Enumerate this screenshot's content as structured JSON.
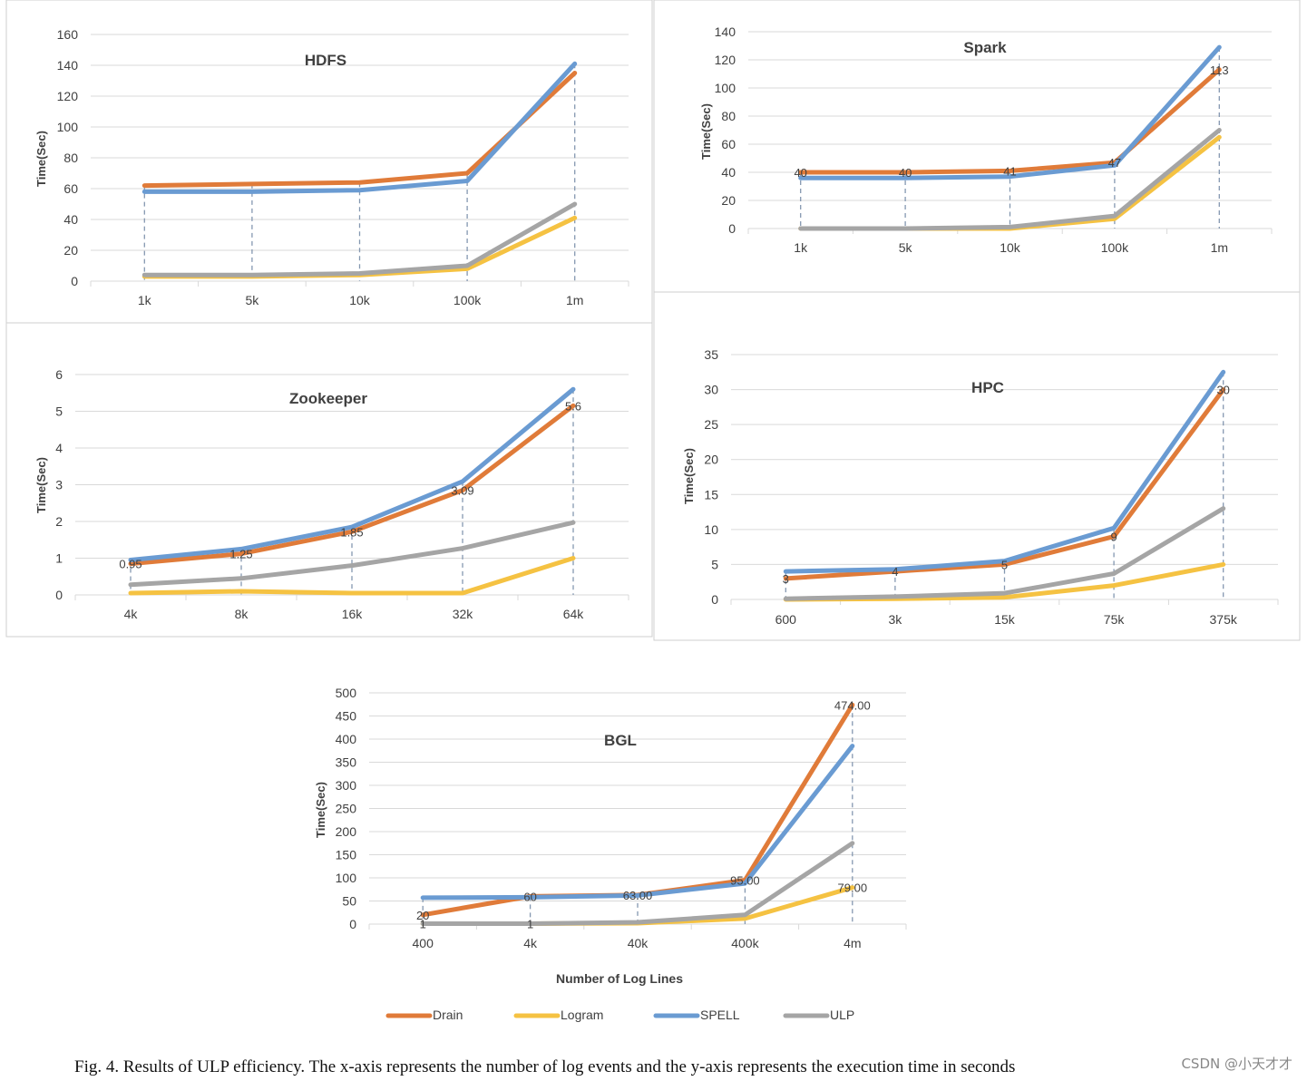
{
  "colors": {
    "Drain": "#e07b39",
    "Logram": "#f5c242",
    "SPELL": "#6a9bd2",
    "ULP": "#a5a5a5",
    "grid": "#d9d9d9",
    "drop": "#8497b0",
    "axis_text": "#404040"
  },
  "legend": [
    "Drain",
    "Logram",
    "SPELL",
    "ULP"
  ],
  "caption": "Fig. 4.  Results of ULP efficiency. The x-axis represents the number of log events and the y-axis represents the execution time in seconds",
  "watermark": "CSDN @小天才才",
  "chart_data": [
    {
      "type": "line",
      "title": "HDFS",
      "ylabel": "Time(Sec)",
      "xlabel": "",
      "categories": [
        "1k",
        "5k",
        "10k",
        "100k",
        "1m"
      ],
      "ylim": [
        0,
        160
      ],
      "yticks": [
        0,
        20,
        40,
        60,
        80,
        100,
        120,
        140,
        160
      ],
      "series": [
        {
          "name": "Drain",
          "values": [
            62,
            63,
            64,
            70,
            135
          ]
        },
        {
          "name": "Logram",
          "values": [
            3,
            3,
            4,
            8,
            41
          ]
        },
        {
          "name": "SPELL",
          "values": [
            58,
            58,
            59,
            65,
            141
          ]
        },
        {
          "name": "ULP",
          "values": [
            4,
            4,
            5,
            10,
            50
          ]
        }
      ],
      "data_labels": [],
      "grid": true
    },
    {
      "type": "line",
      "title": "Spark",
      "ylabel": "Time(Sec)",
      "xlabel": "",
      "categories": [
        "1k",
        "5k",
        "10k",
        "100k",
        "1m"
      ],
      "ylim": [
        0,
        140
      ],
      "yticks": [
        0,
        20,
        40,
        60,
        80,
        100,
        120,
        140
      ],
      "series": [
        {
          "name": "Drain",
          "values": [
            40,
            40,
            41,
            47,
            113
          ]
        },
        {
          "name": "Logram",
          "values": [
            0,
            0,
            0,
            7,
            65
          ]
        },
        {
          "name": "SPELL",
          "values": [
            36,
            36,
            37,
            45,
            129
          ]
        },
        {
          "name": "ULP",
          "values": [
            0,
            0,
            1,
            9,
            70
          ]
        }
      ],
      "data_labels": [
        "40",
        "40",
        "41",
        "47",
        "113"
      ],
      "grid": true
    },
    {
      "type": "line",
      "title": "Zookeeper",
      "ylabel": "Time(Sec)",
      "xlabel": "",
      "categories": [
        "4k",
        "8k",
        "16k",
        "32k",
        "64k"
      ],
      "ylim": [
        0,
        6
      ],
      "yticks": [
        0,
        1,
        2,
        3,
        4,
        5,
        6
      ],
      "series": [
        {
          "name": "Drain",
          "values": [
            0.85,
            1.12,
            1.72,
            2.85,
            5.15
          ]
        },
        {
          "name": "Logram",
          "values": [
            0.05,
            0.1,
            0.05,
            0.05,
            1.0
          ]
        },
        {
          "name": "SPELL",
          "values": [
            0.95,
            1.25,
            1.85,
            3.09,
            5.6
          ]
        },
        {
          "name": "ULP",
          "values": [
            0.28,
            0.45,
            0.8,
            1.27,
            1.97
          ]
        }
      ],
      "data_labels": [
        "0.95",
        "1.25",
        "1.85",
        "3.09",
        "5.6"
      ],
      "grid": true
    },
    {
      "type": "line",
      "title": "HPC",
      "ylabel": "Time(Sec)",
      "xlabel": "",
      "categories": [
        "600",
        "3k",
        "15k",
        "75k",
        "375k"
      ],
      "ylim": [
        0,
        35
      ],
      "yticks": [
        0,
        5,
        10,
        15,
        20,
        25,
        30,
        35
      ],
      "series": [
        {
          "name": "Drain",
          "values": [
            3,
            4,
            5,
            9,
            30
          ]
        },
        {
          "name": "Logram",
          "values": [
            0,
            0.1,
            0.3,
            2,
            5
          ]
        },
        {
          "name": "SPELL",
          "values": [
            4,
            4.3,
            5.5,
            10.2,
            32.5
          ]
        },
        {
          "name": "ULP",
          "values": [
            0.1,
            0.4,
            0.9,
            3.7,
            13
          ]
        }
      ],
      "data_labels": [
        "3",
        "4",
        "5",
        "9",
        "30"
      ],
      "grid": true
    },
    {
      "type": "line",
      "title": "BGL",
      "ylabel": "Time(Sec)",
      "xlabel": "Number of Log Lines",
      "categories": [
        "400",
        "4k",
        "40k",
        "400k",
        "4m"
      ],
      "ylim": [
        0,
        500
      ],
      "yticks": [
        0,
        50,
        100,
        150,
        200,
        250,
        300,
        350,
        400,
        450,
        500
      ],
      "series": [
        {
          "name": "Drain",
          "values": [
            20,
            60,
            63,
            95,
            474
          ]
        },
        {
          "name": "Logram",
          "values": [
            1,
            1,
            2,
            12,
            79
          ]
        },
        {
          "name": "SPELL",
          "values": [
            57,
            58,
            62,
            88,
            385
          ]
        },
        {
          "name": "ULP",
          "values": [
            1,
            1,
            4,
            20,
            175
          ]
        }
      ],
      "data_labels": [
        "20",
        "60",
        "63.00",
        "95.00",
        "474.00"
      ],
      "extra_labels": [
        {
          "category": 0,
          "value": 1,
          "text": "1"
        },
        {
          "category": 1,
          "value": 1,
          "text": "1"
        },
        {
          "category": 4,
          "value": 79,
          "text": "79.00"
        }
      ],
      "grid": true
    }
  ]
}
